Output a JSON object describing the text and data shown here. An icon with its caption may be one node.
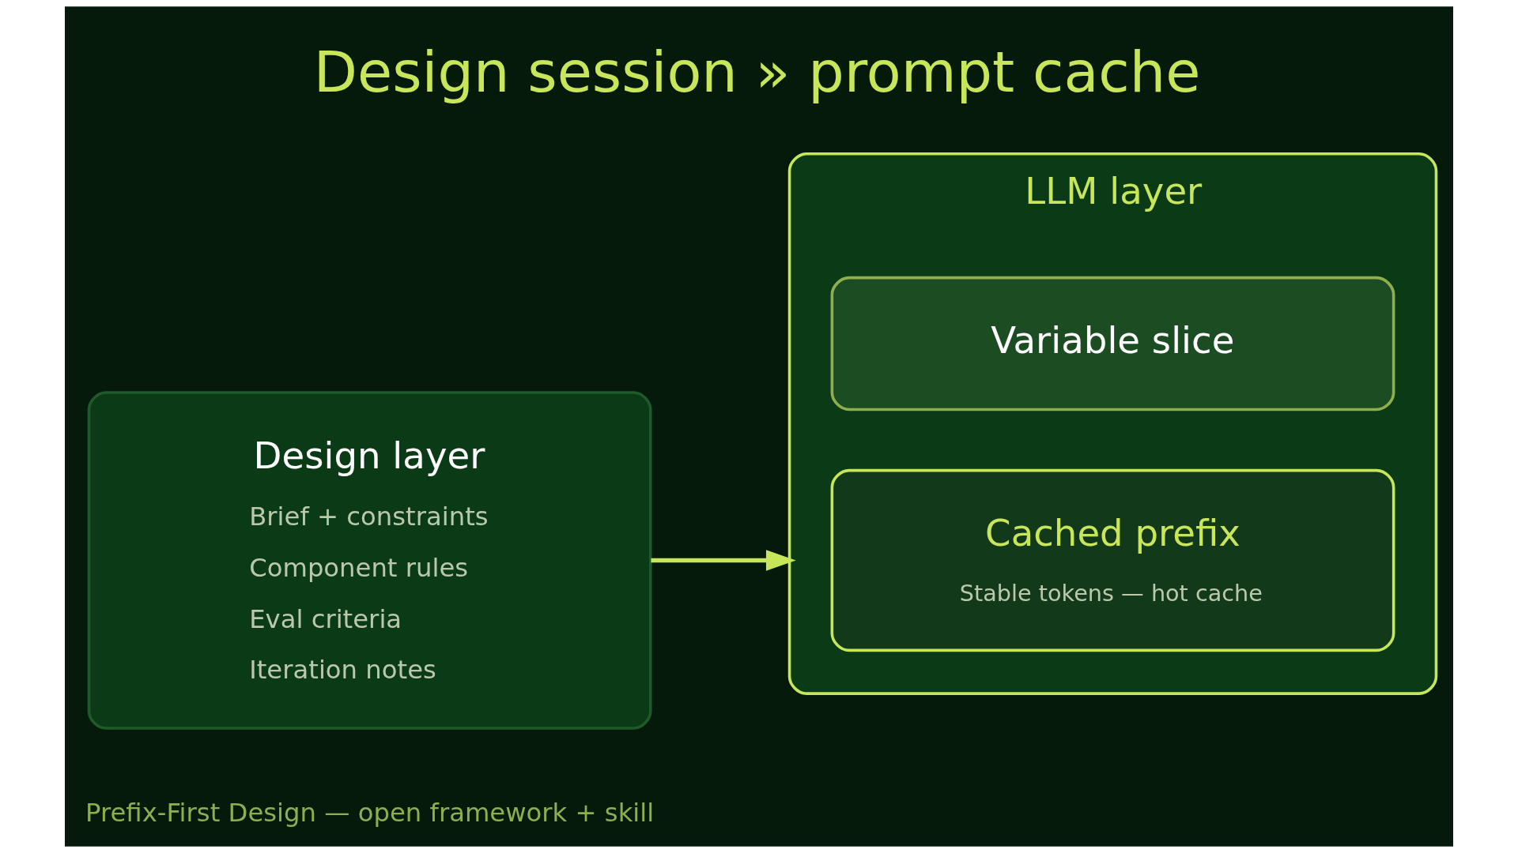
{
  "diagram": {
    "title": "Design session » prompt cache",
    "caption": "Prefix-First Design — open framework + skill",
    "nodes": [
      {
        "text": [
          "Design layer",
          "Brief + constraints",
          "Component rules",
          "Eval criteria",
          "Iteration notes"
        ]
      },
      {
        "text": [
          "LLM layer"
        ]
      },
      {
        "text": [
          "Cached prefix",
          "Stable tokens — hot cache"
        ],
        "in": 1
      },
      {
        "text": [
          "Variable slice"
        ],
        "in": 1
      }
    ],
    "edges": [
      {
        "from": 0,
        "to": 1,
        "arrow": "to"
      }
    ]
  }
}
